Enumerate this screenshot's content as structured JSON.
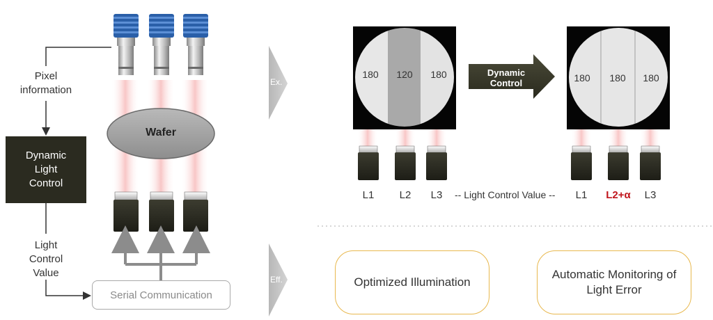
{
  "left": {
    "pixel_information": "Pixel\ninformation",
    "dynamic_light_control": "Dynamic\nLight\nControl",
    "light_control_value": "Light\nControl\nValue",
    "serial_communication": "Serial Communication",
    "wafer": "Wafer"
  },
  "steps": {
    "example": "Ex.",
    "effect": "Eff."
  },
  "example": {
    "before_zones": [
      "180",
      "120",
      "180"
    ],
    "after_zones": [
      "180",
      "180",
      "180"
    ],
    "control_arrow_label": "Dynamic\nControl",
    "before_lights": [
      "L1",
      "L2",
      "L3"
    ],
    "after_lights": [
      "L1",
      "L2+α",
      "L3"
    ],
    "control_value_caption": "-- Light Control Value --"
  },
  "effects": {
    "optimized": "Optimized Illumination",
    "monitoring": "Automatic Monitoring of\nLight Error"
  },
  "colors": {
    "dark_box": "#2b2b20",
    "camera_blue": "#2a5fa8",
    "highlight": "#c0161d",
    "effect_border": "#e8b84e",
    "step_gray": "#c4c4c4"
  }
}
